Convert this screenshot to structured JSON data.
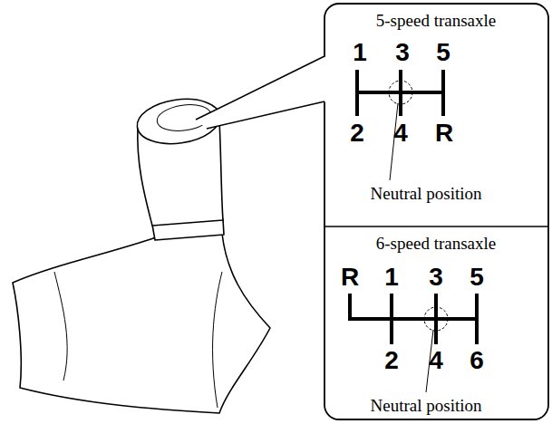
{
  "diagram": {
    "nodes": [
      {
        "text": [
          "5-speed transaxle",
          "1",
          "3",
          "5",
          "2",
          "4",
          "R",
          "Neutral position"
        ]
      },
      {
        "text": [
          "6-speed transaxle",
          "R",
          "1",
          "3",
          "5",
          "2",
          "4",
          "6",
          "Neutral position"
        ]
      }
    ]
  }
}
